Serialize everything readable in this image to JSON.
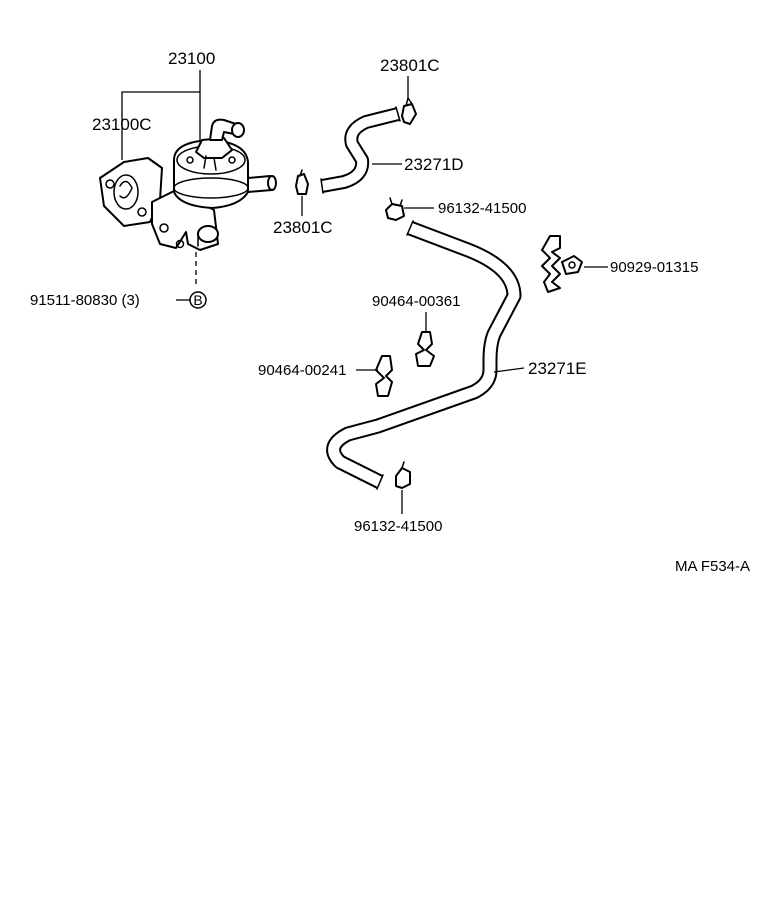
{
  "diagram": {
    "labels": {
      "l_23100": "23100",
      "l_23100c": "23100C",
      "l_23801c_top": "23801C",
      "l_23271d": "23271D",
      "l_23801c_mid": "23801C",
      "l_96132_top": "96132-41500",
      "l_90929": "90929-01315",
      "l_91511": "91511-80830 (3)",
      "l_bolt_mark": "B",
      "l_90464_361": "90464-00361",
      "l_90464_241": "90464-00241",
      "l_23271e": "23271E",
      "l_96132_bottom": "96132-41500",
      "l_ref": "MA F534-A"
    }
  }
}
